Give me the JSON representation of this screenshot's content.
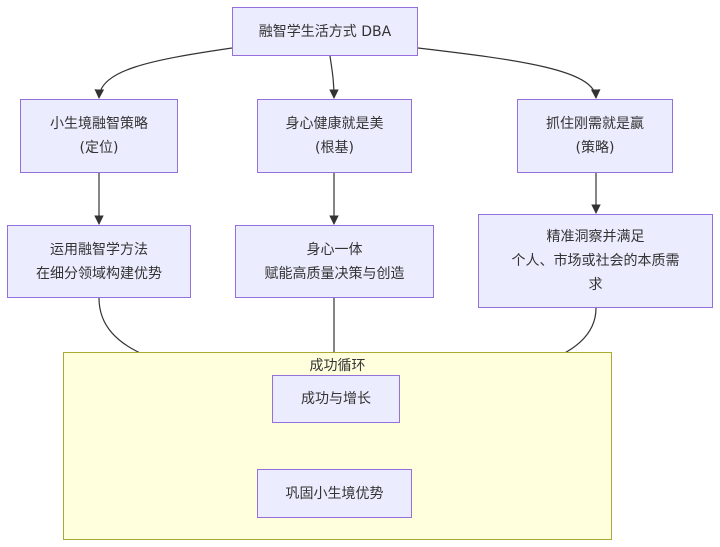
{
  "diagram": {
    "root": {
      "label": "融智学生活方式 DBA"
    },
    "branches": [
      {
        "title": "小生境融智策略",
        "subtitle": "(定位)",
        "detail": [
          "运用融智学方法",
          "在细分领域构建优势"
        ]
      },
      {
        "title": "身心健康就是美",
        "subtitle": "(根基)",
        "detail": [
          "身心一体",
          "赋能高质量决策与创造"
        ]
      },
      {
        "title": "抓住刚需就是赢",
        "subtitle": "(策略)",
        "detail": [
          "精准洞察并满足",
          "个人、市场或社会的本质需",
          "求"
        ]
      }
    ],
    "cluster": {
      "label": "成功循环",
      "top_node": "成功与增长",
      "bottom_node": "巩固小生境优势"
    }
  },
  "colors": {
    "node_fill": "#ececff",
    "node_border": "#9370db",
    "cluster_fill": "#ffffde",
    "cluster_border": "#aaaa33",
    "edge": "#333333"
  }
}
